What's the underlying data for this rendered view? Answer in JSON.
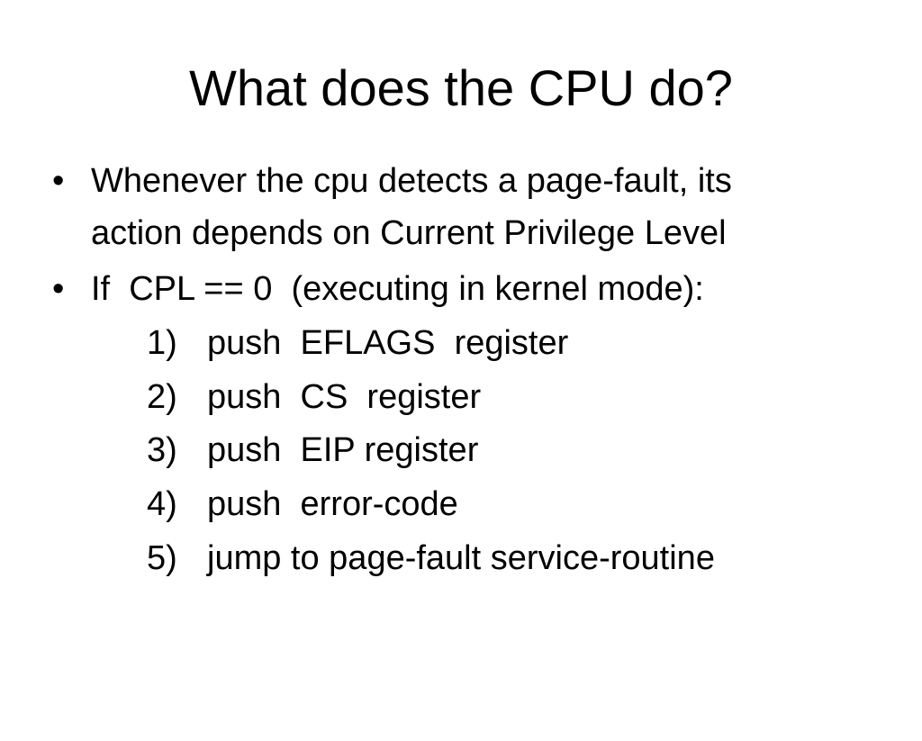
{
  "slide": {
    "title": "What does the CPU do?",
    "bullets": [
      {
        "marker": "•",
        "lines": [
          "Whenever the cpu detects a page-fault, its",
          "action depends on Current Privilege Level"
        ]
      },
      {
        "marker": "•",
        "lines": [
          "If  CPL == 0  (executing in kernel mode):"
        ]
      }
    ],
    "steps": [
      {
        "num": "1)",
        "text": "push  EFLAGS  register"
      },
      {
        "num": "2)",
        "text": "push  CS  register"
      },
      {
        "num": "3)",
        "text": "push  EIP register"
      },
      {
        "num": "4)",
        "text": "push  error-code"
      },
      {
        "num": "5)",
        "text": "jump to page-fault service-routine"
      }
    ]
  }
}
